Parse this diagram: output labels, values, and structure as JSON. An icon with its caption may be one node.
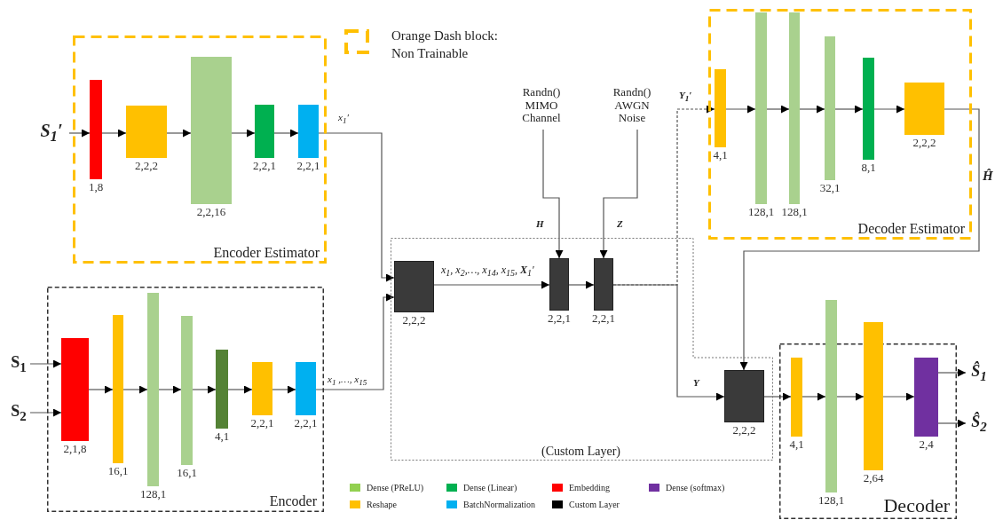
{
  "diagram": {
    "nodes": [
      {
        "text": [
          "Encoder Estimator"
        ]
      },
      {
        "text": [],
        "shape": "bar",
        "in": 0,
        "beside": [
          "1,8"
        ]
      },
      {
        "text": [],
        "shape": "bar",
        "in": 0,
        "beside": [
          "2,2,2"
        ]
      },
      {
        "text": [],
        "shape": "bar",
        "in": 0,
        "beside": [
          "2,2,16"
        ]
      },
      {
        "text": [],
        "shape": "bar",
        "in": 0,
        "beside": [
          "2,2,1"
        ]
      },
      {
        "text": [],
        "shape": "bar",
        "in": 0,
        "beside": [
          "2,2,1"
        ]
      },
      {
        "text": [
          "S$_{1}$′"
        ]
      },
      {
        "text": [
          "Encoder"
        ]
      },
      {
        "text": [],
        "shape": "bar",
        "in": 7,
        "beside": [
          "2,1,8"
        ]
      },
      {
        "text": [],
        "shape": "bar",
        "in": 7,
        "beside": [
          "16,1"
        ]
      },
      {
        "text": [],
        "shape": "bar",
        "in": 7,
        "beside": [
          "128,1"
        ]
      },
      {
        "text": [],
        "shape": "bar",
        "in": 7,
        "beside": [
          "16,1"
        ]
      },
      {
        "text": [],
        "shape": "bar",
        "in": 7,
        "beside": [
          "4,1"
        ]
      },
      {
        "text": [],
        "shape": "bar",
        "in": 7,
        "beside": [
          "2,2,1"
        ]
      },
      {
        "text": [],
        "shape": "bar",
        "in": 7,
        "beside": [
          "2,2,1"
        ]
      },
      {
        "text": [
          "S$_{1}$"
        ]
      },
      {
        "text": [
          "S$_{2}$"
        ]
      },
      {
        "text": [
          "(Custom Layer)"
        ]
      },
      {
        "text": [],
        "shape": "box",
        "in": 17,
        "beside": [
          "2,2,2"
        ]
      },
      {
        "text": [],
        "shape": "box",
        "in": 17,
        "beside": [
          "2,2,1"
        ]
      },
      {
        "text": [],
        "shape": "box",
        "in": 17,
        "beside": [
          "2,2,1"
        ]
      },
      {
        "text": [
          "Randn() MIMO Channel"
        ]
      },
      {
        "text": [
          "Randn() AWGN Noise"
        ]
      },
      {
        "text": [
          "Decoder Estimator"
        ]
      },
      {
        "text": [],
        "shape": "bar",
        "in": 23,
        "beside": [
          "4,1"
        ]
      },
      {
        "text": [],
        "shape": "bar",
        "in": 23,
        "beside": [
          "128,1"
        ]
      },
      {
        "text": [],
        "shape": "bar",
        "in": 23,
        "beside": [
          "128,1"
        ]
      },
      {
        "text": [],
        "shape": "bar",
        "in": 23,
        "beside": [
          "32,1"
        ]
      },
      {
        "text": [],
        "shape": "bar",
        "in": 23,
        "beside": [
          "8,1"
        ]
      },
      {
        "text": [],
        "shape": "bar",
        "in": 23,
        "beside": [
          "2,2,2"
        ]
      },
      {
        "text": [],
        "shape": "box",
        "in": 17,
        "beside": [
          "2,2,2"
        ]
      },
      {
        "text": [
          "Decoder"
        ]
      },
      {
        "text": [],
        "shape": "bar",
        "in": 31,
        "beside": [
          "4,1"
        ]
      },
      {
        "text": [],
        "shape": "bar",
        "beside": [
          "128,1"
        ]
      },
      {
        "text": [],
        "shape": "bar",
        "beside": [
          "2,64"
        ]
      },
      {
        "text": [],
        "shape": "bar",
        "in": 31,
        "beside": [
          "2,4"
        ]
      },
      {
        "text": [
          "Ŝ$_{1}$"
        ]
      },
      {
        "text": [
          "Ŝ$_{2}$"
        ]
      }
    ],
    "edges": [
      {
        "from": 6,
        "to": 1,
        "arrow": "to"
      },
      {
        "from": 1,
        "to": 2,
        "arrow": "to"
      },
      {
        "from": 2,
        "to": 3,
        "arrow": "to"
      },
      {
        "from": 3,
        "to": 4,
        "arrow": "to"
      },
      {
        "from": 4,
        "to": 5,
        "arrow": "to"
      },
      {
        "from": 5,
        "to": 18,
        "arrow": "to",
        "label": "x$_{1}$′"
      },
      {
        "from": 15,
        "to": 8,
        "arrow": "to"
      },
      {
        "from": 16,
        "to": 8,
        "arrow": "to"
      },
      {
        "from": 8,
        "to": 9,
        "arrow": "to"
      },
      {
        "from": 9,
        "to": 10,
        "arrow": "to"
      },
      {
        "from": 10,
        "to": 11,
        "arrow": "to"
      },
      {
        "from": 11,
        "to": 12,
        "arrow": "to"
      },
      {
        "from": 12,
        "to": 13,
        "arrow": "to"
      },
      {
        "from": 13,
        "to": 14,
        "arrow": "to"
      },
      {
        "from": 14,
        "to": 18,
        "arrow": "to",
        "label": "x$_{1}$ ,…, x$_{15}$"
      },
      {
        "from": 18,
        "to": 19,
        "arrow": "to",
        "label": "x$_{1}$, x$_{2}$,…, x$_{14}$, x$_{15}$, **X**$_{1}$′"
      },
      {
        "from": 19,
        "to": 20,
        "arrow": "to"
      },
      {
        "from": 21,
        "to": 19,
        "arrow": "to",
        "label": "H"
      },
      {
        "from": 22,
        "to": 20,
        "arrow": "to",
        "label": "Z"
      },
      {
        "from": 20,
        "to": 24,
        "arrow": "to",
        "label": "Y$_{1}$′",
        "style": "dashed"
      },
      {
        "from": 20,
        "to": 30,
        "arrow": "to",
        "label": "Y"
      },
      {
        "from": 29,
        "to": 30,
        "arrow": "to",
        "label": "Ĥ"
      },
      {
        "from": 24,
        "to": 25,
        "arrow": "to"
      },
      {
        "from": 25,
        "to": 26,
        "arrow": "to"
      },
      {
        "from": 26,
        "to": 27,
        "arrow": "to"
      },
      {
        "from": 27,
        "to": 28,
        "arrow": "to"
      },
      {
        "from": 28,
        "to": 29,
        "arrow": "to"
      },
      {
        "from": 30,
        "to": 32,
        "arrow": "to"
      },
      {
        "from": 32,
        "to": 33,
        "arrow": "to"
      },
      {
        "from": 33,
        "to": 34,
        "arrow": "to"
      },
      {
        "from": 34,
        "to": 35,
        "arrow": "to"
      },
      {
        "from": 35,
        "to": 36,
        "arrow": "to"
      },
      {
        "from": 35,
        "to": 37,
        "arrow": "to"
      }
    ],
    "legend": [
      {
        "text": "Orange Dash block: Non Trainable"
      },
      {
        "text": "Dense (PReLU)",
        "color": "#92d050"
      },
      {
        "text": "Dense (Linear)",
        "color": "#00b050"
      },
      {
        "text": "Embedding",
        "color": "#ff0000"
      },
      {
        "text": "Dense (softmax)",
        "color": "#7030a0"
      },
      {
        "text": "Reshape",
        "color": "#ffc000"
      },
      {
        "text": "BatchNormalization",
        "color": "#00b0f0"
      },
      {
        "text": "Custom Layer",
        "color": "#000000"
      }
    ]
  }
}
